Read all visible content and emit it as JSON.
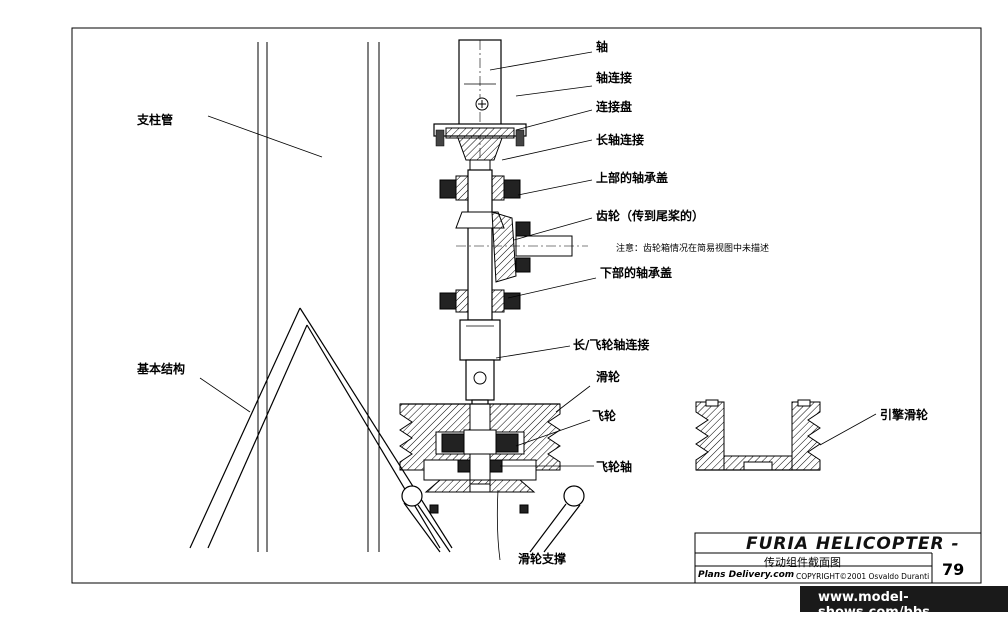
{
  "labels": {
    "shaft": "轴",
    "shaft_coupling": "轴连接",
    "coupling_disc": "连接盘",
    "long_shaft_coupling": "长轴连接",
    "upper_bearing_cap": "上部的轴承盖",
    "gear": "齿轮（传到尾桨的）",
    "gear_note": "注意：齿轮箱情况在简易视图中未描述",
    "lower_bearing_cap": "下部的轴承盖",
    "long_flywheel_coupling": "长/飞轮轴连接",
    "pulley": "滑轮",
    "flywheel": "飞轮",
    "flywheel_shaft": "飞轮轴",
    "pulley_support": "滑轮支撑",
    "column_tube": "支柱管",
    "base_structure": "基本结构",
    "engine_pulley": "引擎滑轮"
  },
  "title_block": {
    "title": "FURIA HELICOPTER -",
    "subtitle": "传动组件截面图",
    "page_number": "79",
    "brand": "Plans Delivery.com",
    "copyright": "COPYRIGHT©2001 Osvaldo Duranti"
  },
  "watermark": "www.model-shows.com/bbs"
}
